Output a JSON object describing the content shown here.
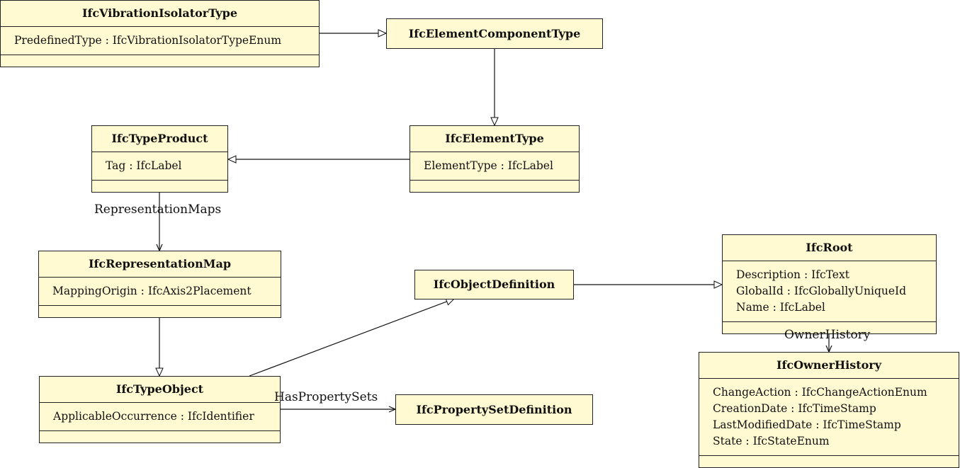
{
  "diagram": {
    "classes": {
      "vibration_isolator_type": {
        "name": "IfcVibrationIsolatorType",
        "attributes": [
          "PredefinedType : IfcVibrationIsolatorTypeEnum"
        ]
      },
      "element_component_type": {
        "name": "IfcElementComponentType"
      },
      "type_product": {
        "name": "IfcTypeProduct",
        "attributes": [
          "Tag : IfcLabel"
        ]
      },
      "element_type": {
        "name": "IfcElementType",
        "attributes": [
          "ElementType : IfcLabel"
        ]
      },
      "representation_map": {
        "name": "IfcRepresentationMap",
        "attributes": [
          "MappingOrigin : IfcAxis2Placement"
        ]
      },
      "object_definition": {
        "name": "IfcObjectDefinition"
      },
      "root": {
        "name": "IfcRoot",
        "attributes": [
          "Description : IfcText",
          "GlobalId : IfcGloballyUniqueId",
          "Name : IfcLabel"
        ]
      },
      "type_object": {
        "name": "IfcTypeObject",
        "attributes": [
          "ApplicableOccurrence : IfcIdentifier"
        ]
      },
      "property_set_definition": {
        "name": "IfcPropertySetDefinition"
      },
      "owner_history": {
        "name": "IfcOwnerHistory",
        "attributes": [
          "ChangeAction : IfcChangeActionEnum",
          "CreationDate : IfcTimeStamp",
          "LastModifiedDate : IfcTimeStamp",
          "State : IfcStateEnum"
        ]
      }
    },
    "associations": {
      "representation_maps": "RepresentationMaps",
      "has_property_sets": "HasPropertySets",
      "owner_history": "OwnerHistory"
    }
  }
}
